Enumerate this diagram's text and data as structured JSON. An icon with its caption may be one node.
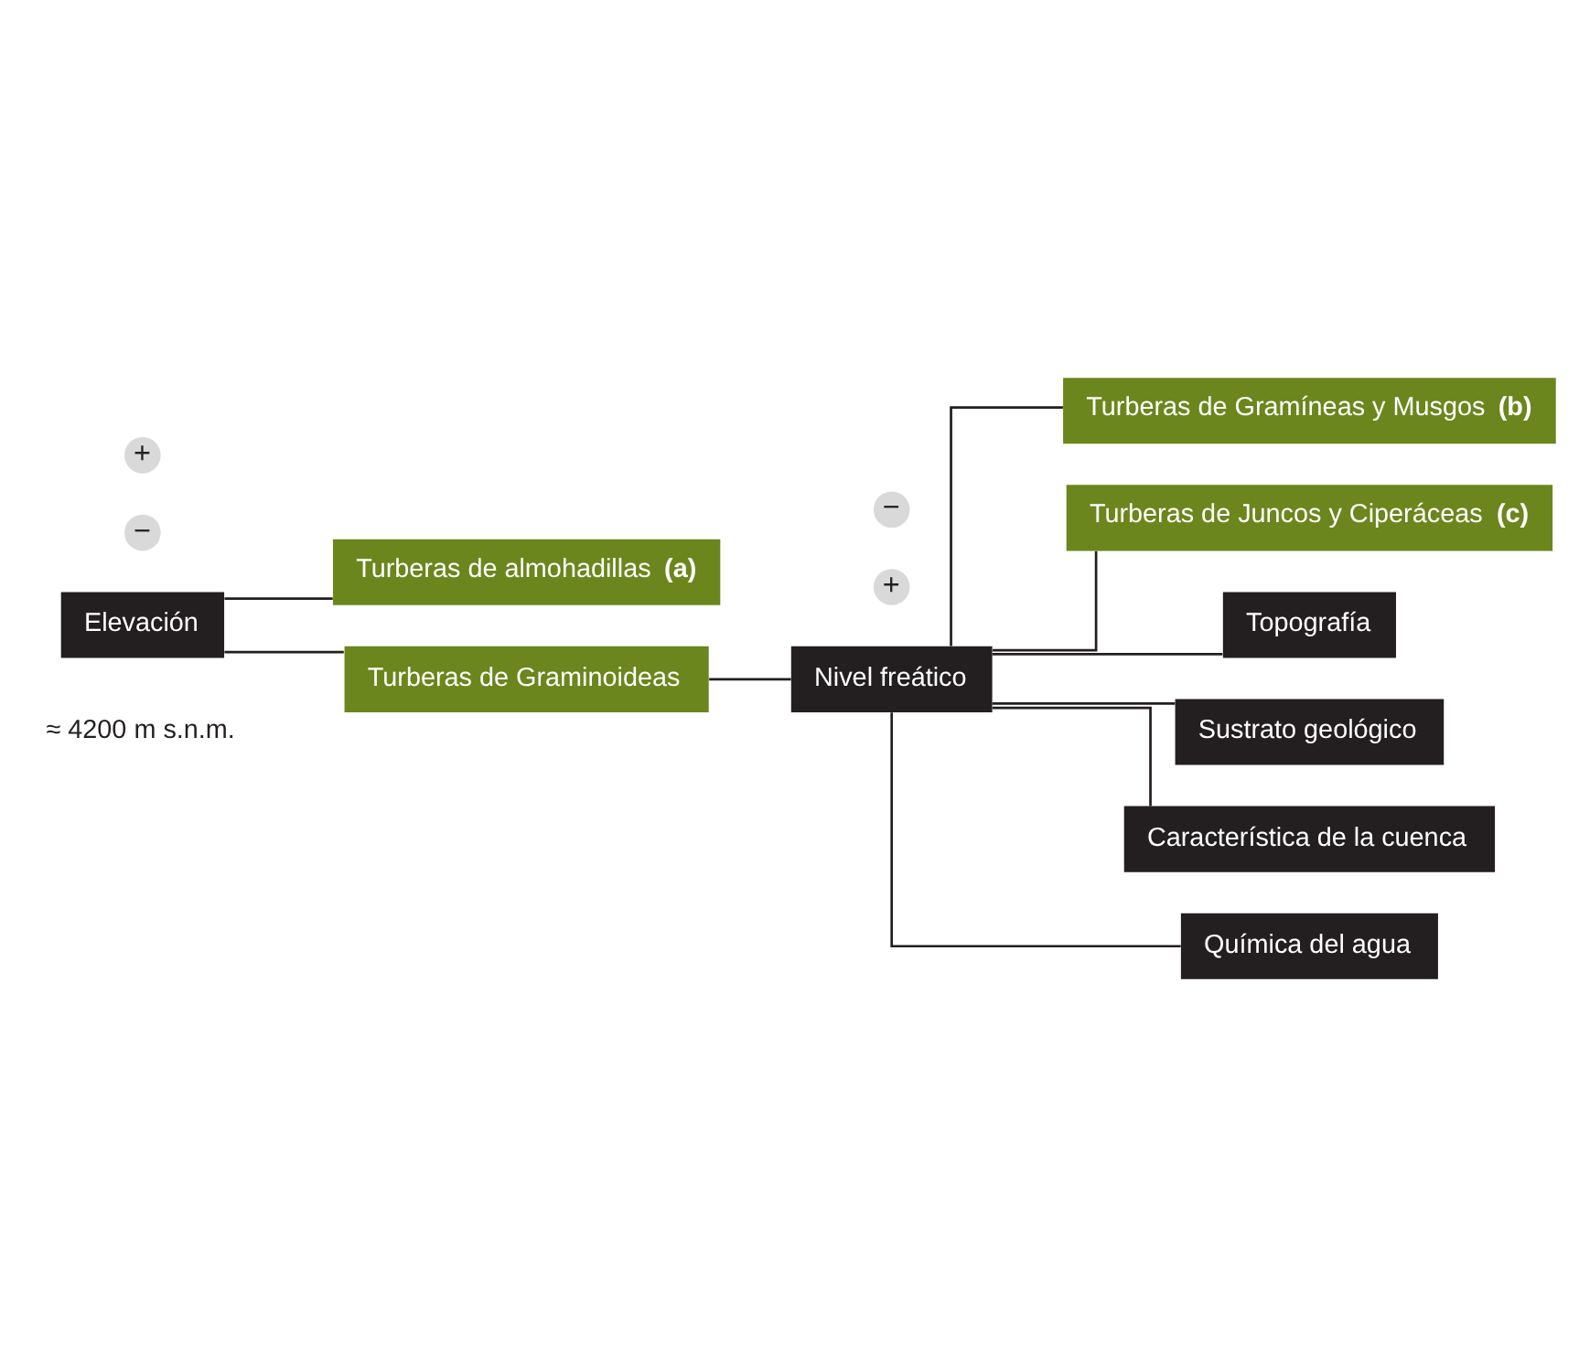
{
  "diagram": {
    "nodes": [
      {
        "text": [
          "Elevación"
        ],
        "beside": [
          "≈ 4200 m s.n.m."
        ]
      },
      {
        "text": [
          "Turberas de almohadillas **(a)**"
        ]
      },
      {
        "text": [
          "Turberas de Graminoideas"
        ]
      },
      {
        "text": [
          "Nivel freático"
        ]
      },
      {
        "text": [
          "Turberas de Gramíneas y Musgos **(b)**"
        ]
      },
      {
        "text": [
          "Turberas de Juncos y Ciperáceas **(c)**"
        ]
      },
      {
        "text": [
          "Topografía"
        ]
      },
      {
        "text": [
          "Sustrato geológico"
        ]
      },
      {
        "text": [
          "Característica de la cuenca"
        ]
      },
      {
        "text": [
          "Química del agua"
        ]
      }
    ],
    "edges": [
      {
        "from": 0,
        "to": 1,
        "arrow": "none"
      },
      {
        "from": 0,
        "to": 2,
        "arrow": "none"
      },
      {
        "from": 2,
        "to": 3,
        "arrow": "none"
      },
      {
        "from": 3,
        "to": 4,
        "arrow": "none"
      },
      {
        "from": 3,
        "to": 5,
        "arrow": "none"
      },
      {
        "from": 3,
        "to": 6,
        "arrow": "none"
      },
      {
        "from": 3,
        "to": 7,
        "arrow": "none"
      },
      {
        "from": 3,
        "to": 8,
        "arrow": "none"
      },
      {
        "from": 3,
        "to": 9,
        "arrow": "none"
      }
    ],
    "labels": [
      "+",
      "−",
      "−",
      "+"
    ]
  }
}
